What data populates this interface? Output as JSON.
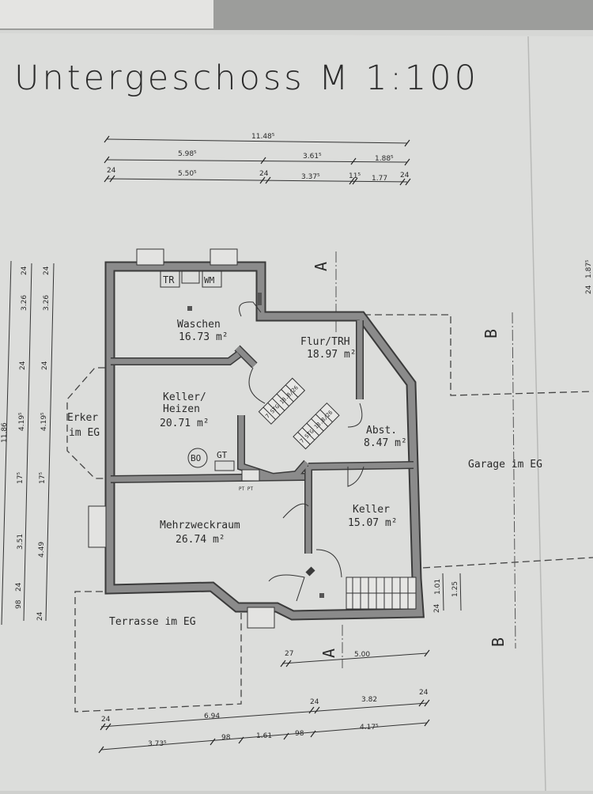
{
  "title": "Untergeschoss M 1:100",
  "rooms": {
    "waschen": {
      "name": "Waschen",
      "area": "16.73 m²"
    },
    "flur": {
      "name": "Flur/TRH",
      "area": "18.97 m²"
    },
    "keller_heizen": {
      "name1": "Keller/",
      "name2": "Heizen",
      "area": "20.71 m²"
    },
    "abst": {
      "name": "Abst.",
      "area": "8.47 m²"
    },
    "keller": {
      "name": "Keller",
      "area": "15.07 m²"
    },
    "mehrzweck": {
      "name": "Mehrzweckraum",
      "area": "26.74 m²"
    },
    "erker": {
      "name1": "Erker",
      "name2": "im EG"
    },
    "garage": {
      "name": "Garage im EG"
    },
    "terrasse": {
      "name": "Terrasse im EG"
    }
  },
  "fixtures": {
    "tr": "TR",
    "wm": "WM",
    "bo": "BO",
    "gt": "GT",
    "pt": "PT PT",
    "stair1": "7 STG 18.8/26",
    "stair2": "7 STG 18.8/26"
  },
  "sections": {
    "a": "A",
    "b": "B"
  },
  "dims_top": {
    "row1": [
      "11.48⁵"
    ],
    "row2": [
      "5.98⁵",
      "3.61⁵",
      "1.88⁵"
    ],
    "row3": [
      "24",
      "5.50⁵",
      "24",
      "3.37⁵",
      "11⁵",
      "1.77",
      "24"
    ]
  },
  "dims_left": {
    "row1": [
      "11.86"
    ],
    "row2": [
      "24",
      "3.26",
      "24",
      "4.19⁵",
      "17⁵",
      "3.51",
      "24",
      "98"
    ],
    "row3": [
      "24",
      "3.26",
      "24",
      "4.19⁵",
      "17⁵",
      "4.49",
      "24"
    ]
  },
  "dims_right": {
    "labels": [
      "24",
      "1.01",
      "1.25"
    ],
    "edge": [
      "24",
      "1.87⁵"
    ]
  },
  "dims_bottom": {
    "row1": [
      "27",
      "5.00"
    ],
    "row2": [
      "24",
      "3.82",
      "24"
    ],
    "row3": [
      "24",
      "6.94"
    ],
    "row4": [
      "3.73⁵",
      "98",
      "1.61",
      "98",
      "4.17⁵"
    ]
  }
}
